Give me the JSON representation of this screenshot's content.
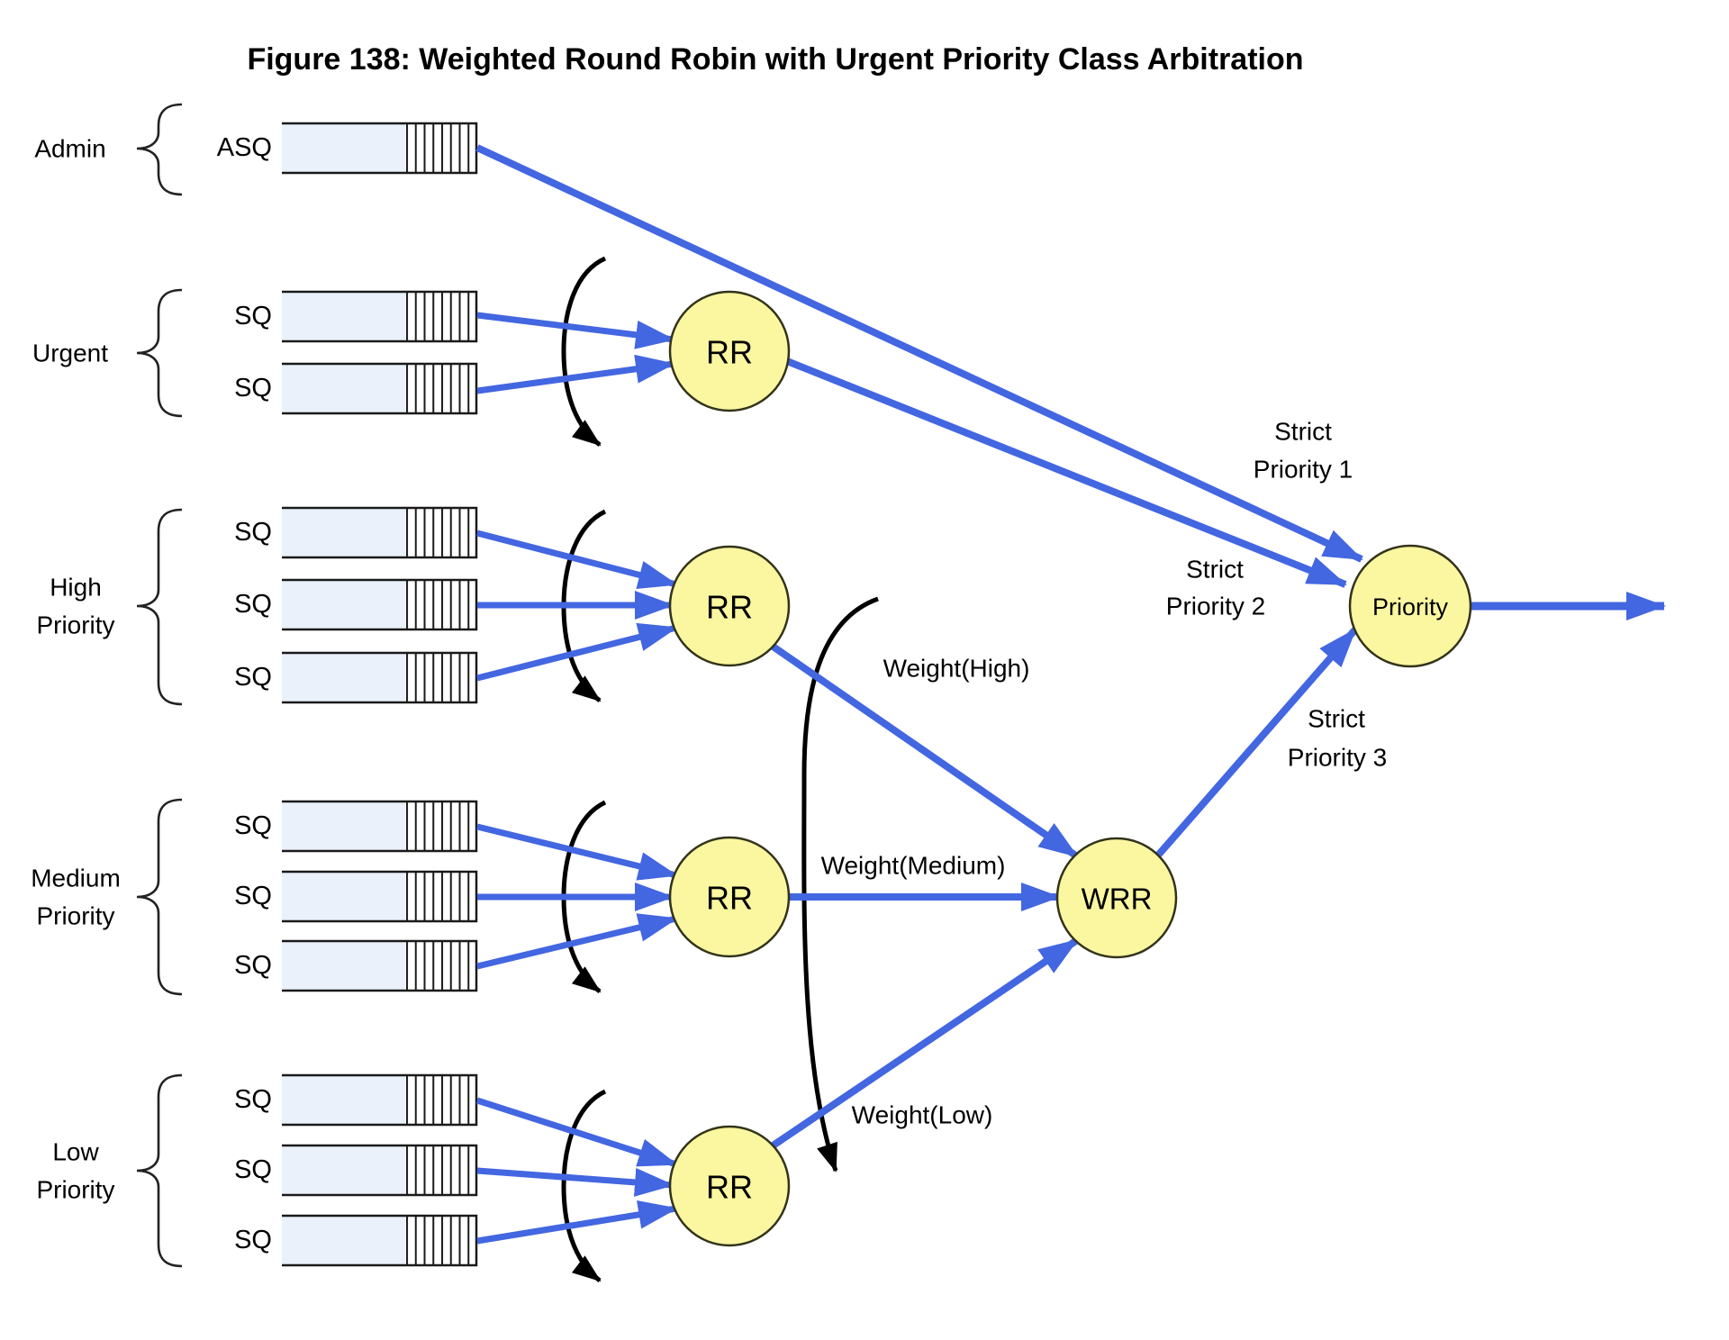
{
  "title": "Figure 138: Weighted Round Robin with Urgent Priority Class Arbitration",
  "groups": [
    {
      "name": "admin",
      "label_lines": [
        "Admin"
      ],
      "queues": [
        "ASQ"
      ]
    },
    {
      "name": "urgent",
      "label_lines": [
        "Urgent"
      ],
      "queues": [
        "SQ",
        "SQ"
      ]
    },
    {
      "name": "high",
      "label_lines": [
        "High",
        "Priority"
      ],
      "queues": [
        "SQ",
        "SQ",
        "SQ"
      ]
    },
    {
      "name": "medium",
      "label_lines": [
        "Medium",
        "Priority"
      ],
      "queues": [
        "SQ",
        "SQ",
        "SQ"
      ]
    },
    {
      "name": "low",
      "label_lines": [
        "Low",
        "Priority"
      ],
      "queues": [
        "SQ",
        "SQ",
        "SQ"
      ]
    }
  ],
  "nodes": {
    "rr_urgent": "RR",
    "rr_high": "RR",
    "rr_medium": "RR",
    "rr_low": "RR",
    "wrr": "WRR",
    "priority": "Priority"
  },
  "labels": {
    "strict1": [
      "Strict",
      "Priority 1"
    ],
    "strict2": [
      "Strict",
      "Priority 2"
    ],
    "strict3": [
      "Strict",
      "Priority 3"
    ],
    "weight_high": "Weight(High)",
    "weight_medium": "Weight(Medium)",
    "weight_low": "Weight(Low)"
  },
  "colors": {
    "arrow_blue": "#4366E1",
    "node_fill": "#FAF7A0",
    "queue_fill": "#EAF1FA",
    "outline": "#1A1A1A"
  }
}
